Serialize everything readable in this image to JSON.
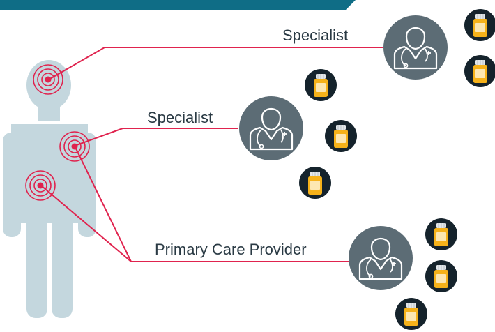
{
  "labels": {
    "specialist_top": "Specialist",
    "specialist_middle": "Specialist",
    "primary_care": "Primary Care Provider"
  },
  "colors": {
    "header_bar": "#0f6d86",
    "body_silhouette": "#c4d7de",
    "doctor_circle": "#5c6c75",
    "connector": "#e0234e",
    "pill_circle": "#15232c",
    "pill_bottle": "#f6b21a",
    "pill_label": "#fde7b1",
    "pill_cap": "#e3e7ea"
  },
  "icons": {
    "doctor": "doctor-icon",
    "medication": "pill-bottle-icon",
    "pain_target": "pain-target-icon"
  }
}
